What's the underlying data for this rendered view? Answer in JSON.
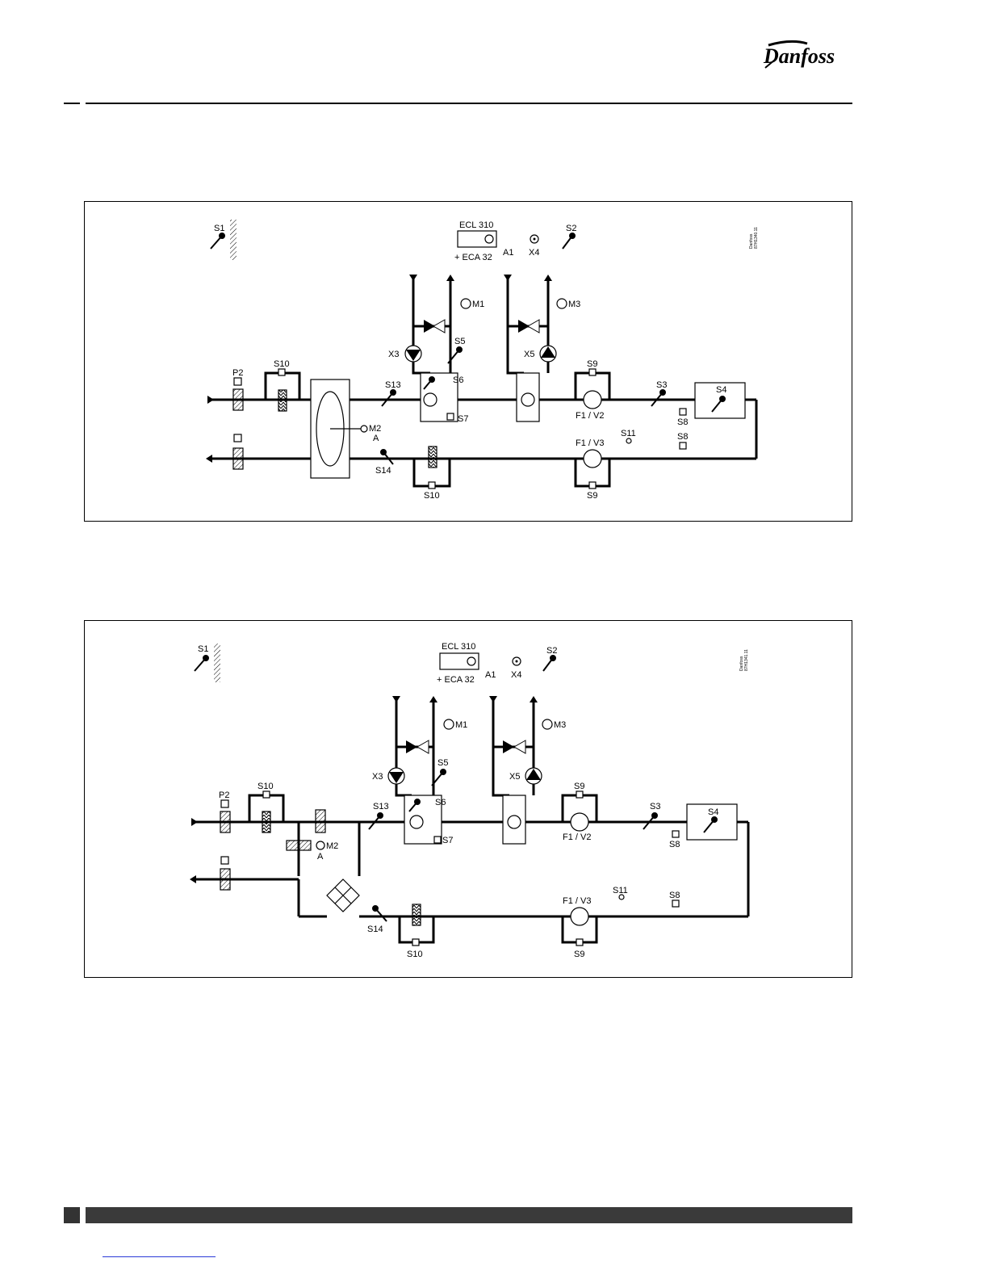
{
  "brand": {
    "logo_text": "Danfoss"
  },
  "diagram1": {
    "labels": {
      "s1": "S1",
      "ecl": "ECL 310",
      "eca": "+ ECA 32",
      "a1": "A1",
      "x4": "X4",
      "s2": "S2",
      "m1": "M1",
      "m3": "M3",
      "x3": "X3",
      "x5": "X5",
      "s5": "S5",
      "s6": "S6",
      "s7": "S7",
      "s13": "S13",
      "s14": "S14",
      "s10_top": "S10",
      "s10_bottom": "S10",
      "p2": "P2",
      "m2": "M2",
      "a": "A",
      "s9_top": "S9",
      "s9_bottom": "S9",
      "f1v2": "F1 / V2",
      "f1v3": "F1 / V3",
      "s11": "S11",
      "s3": "S3",
      "s4": "S4",
      "s8_top": "S8",
      "s8_bottom": "S8"
    },
    "code_lines": [
      "Danfoss",
      "87H1340.11"
    ]
  },
  "diagram2": {
    "labels": {
      "s1": "S1",
      "ecl": "ECL 310",
      "eca": "+ ECA 32",
      "a1": "A1",
      "x4": "X4",
      "s2": "S2",
      "m1": "M1",
      "m3": "M3",
      "x3": "X3",
      "x5": "X5",
      "s5": "S5",
      "s6": "S6",
      "s7": "S7",
      "s13": "S13",
      "s14": "S14",
      "s10_top": "S10",
      "s10_bottom": "S10",
      "p2": "P2",
      "m2": "M2",
      "a": "A",
      "s9_top": "S9",
      "s9_bottom": "S9",
      "f1v2": "F1 / V2",
      "f1v3": "F1 / V3",
      "s11": "S11",
      "s3": "S3",
      "s4": "S4",
      "s8_top": "S8",
      "s8_bottom": "S8"
    },
    "code_lines": [
      "Danfoss",
      "87H1341.11"
    ]
  }
}
